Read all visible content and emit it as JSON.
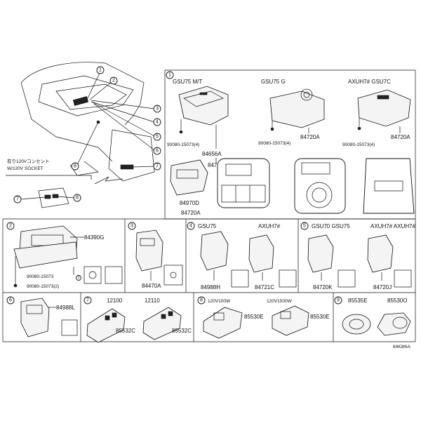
{
  "panel1": {
    "num": "1",
    "variants": [
      {
        "title": "GSU75 M/T"
      },
      {
        "title": "GSU75 G"
      },
      {
        "title": "AXUH7# GSU7C"
      }
    ],
    "labels": {
      "bolt_a": "90080-15073(4)",
      "part_84656A": "84656A",
      "part_84720A_1": "84720A",
      "bolt_b": "90080-15073(4)",
      "part_84720A_2": "84720A",
      "bolt_c": "90080-15073(4)",
      "part_84720A_3": "84720A",
      "part_84970D": "84970D",
      "part_84720A_4": "84720A"
    }
  },
  "overview": {
    "callouts": [
      "1",
      "2",
      "3",
      "4",
      "5",
      "6",
      "7",
      "8"
    ],
    "socket_note_line1": "有り120Vコンセント",
    "socket_note_line2": "W/120V SOCKET",
    "socket_callouts": [
      "7",
      "8"
    ]
  },
  "panel2": {
    "num": "2",
    "part": "84390G",
    "bolt": "90080-15073(2)",
    "bolt_single": "90080-15073",
    "bolt_num": "1"
  },
  "panel3": {
    "num": "3",
    "part": "84470A"
  },
  "panel4": {
    "num": "4",
    "variants": [
      {
        "title": "GSU75"
      },
      {
        "title": "AXUH7#"
      }
    ],
    "parts": [
      "84988H",
      "84721C"
    ]
  },
  "panel5": {
    "num": "5",
    "variants": [
      {
        "title": "GSU70 GSU75"
      },
      {
        "title": "AXUH7# AXUH7#"
      }
    ],
    "parts": [
      "84720K",
      "84720J"
    ]
  },
  "panel6": {
    "num": "6",
    "part": "84988L"
  },
  "panel7": {
    "num": "7",
    "variants": [
      {
        "title": "12100"
      },
      {
        "title": "12110"
      }
    ],
    "parts": [
      "85532C",
      "85532C"
    ]
  },
  "panel8": {
    "num": "8",
    "variants": [
      {
        "title": "120V100W"
      },
      {
        "title": "120V1500W"
      }
    ],
    "parts": [
      "85530E",
      "85530E"
    ]
  },
  "panel9": {
    "num": "9",
    "parts": [
      "85535E",
      "85530O"
    ]
  },
  "footer": {
    "code": "84K8I6A"
  }
}
